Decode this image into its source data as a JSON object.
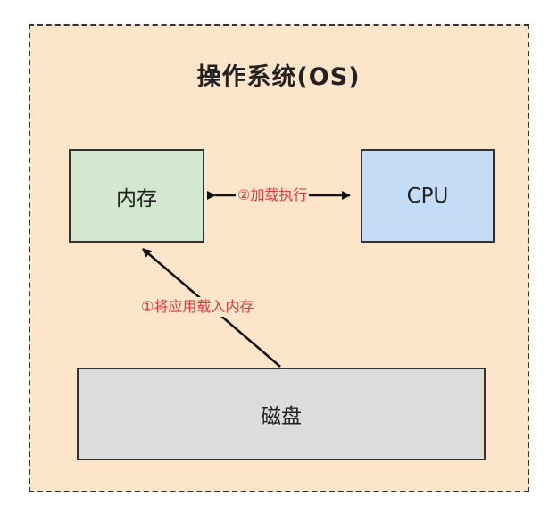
{
  "diagram": {
    "os_title": "操作系统(OS)",
    "nodes": {
      "memory": "内存",
      "cpu": "CPU",
      "disk": "磁盘"
    },
    "edges": {
      "memory_cpu": "②加载执行",
      "disk_memory": "①将应用载入内存"
    },
    "colors": {
      "frame": "#fce5c8",
      "memory": "#d4e8d0",
      "cpu": "#c4dcf6",
      "disk": "#dcdcdc",
      "edge_label": "#e0393e"
    }
  }
}
